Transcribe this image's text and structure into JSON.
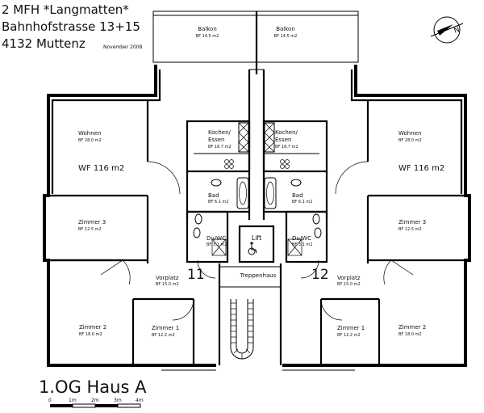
{
  "header": {
    "line1": "2 MFH *Langmatten*",
    "line2": "Bahnhofstrasse 13+15",
    "line3": "4132 Muttenz",
    "date": "November 2008"
  },
  "footer": {
    "title": "1.OG Haus A",
    "scale": [
      "0",
      "1m",
      "2m",
      "3m",
      "4m"
    ]
  },
  "compass": {
    "label": "N"
  },
  "units": {
    "left": "11",
    "right": "12"
  },
  "common": {
    "lift": "Lift",
    "stair": "Treppenhaus"
  },
  "rooms": {
    "balkon_l": {
      "name": "Balkon",
      "area": "BF 14.5 m2"
    },
    "balkon_r": {
      "name": "Balkon",
      "area": "BF 14.5 m2"
    },
    "wohnen_l": {
      "name": "Wohnen",
      "area": "BF 28.0 m2"
    },
    "wohnen_r": {
      "name": "Wohnen",
      "area": "BF 28.0 m2"
    },
    "koch_l": {
      "name1": "Kochen/",
      "name2": "Essen",
      "area": "BF 16.7 m2"
    },
    "koch_r": {
      "name1": "Kochen/",
      "name2": "Essen",
      "area": "BF 16.7 m2"
    },
    "bad_l": {
      "name": "Bad",
      "area": "BF 6.1 m2"
    },
    "bad_r": {
      "name": "Bad",
      "area": "BF 6.1 m2"
    },
    "duwc_l": {
      "name": "Du/WC",
      "area": "BF 3.1 m2"
    },
    "duwc_r": {
      "name": "Du/WC",
      "area": "BF 3.1 m2"
    },
    "z3_l": {
      "name": "Zimmer 3",
      "area": "BF 12.5 m2"
    },
    "z3_r": {
      "name": "Zimmer 3",
      "area": "BF 12.5 m2"
    },
    "vor_l": {
      "name": "Vorplatz",
      "area": "BF 15.0 m2"
    },
    "vor_r": {
      "name": "Vorplatz",
      "area": "BF 15.0 m2"
    },
    "z2_l": {
      "name": "Zimmer 2",
      "area": "BF 18.0 m2"
    },
    "z2_r": {
      "name": "Zimmer 2",
      "area": "BF 18.0 m2"
    },
    "z1_l": {
      "name": "Zimmer 1",
      "area": "BF 12.2 m2"
    },
    "z1_r": {
      "name": "Zimmer 1",
      "area": "BF 12.2 m2"
    }
  },
  "wf": {
    "left": "WF 116 m2",
    "right": "WF 116 m2"
  }
}
